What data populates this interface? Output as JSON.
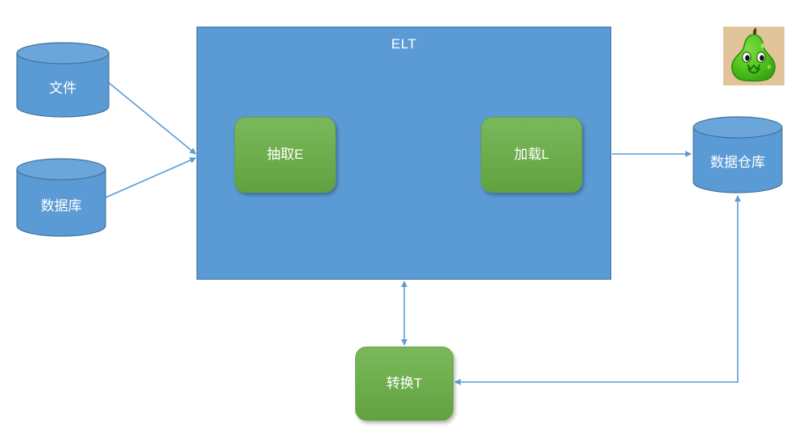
{
  "diagram": {
    "type": "flow-diagram",
    "title": "ELT",
    "background_color": "#FFFFFF",
    "palette": {
      "container_blue": "#5B9BD5",
      "container_border": "#41719C",
      "cylinder_fill": "#5B9BD5",
      "cylinder_top_fill": "#6BA6DB",
      "cylinder_stroke": "#41719C",
      "process_green_top": "#7CB75C",
      "process_green_bottom": "#62A140",
      "process_green_border": "#63A544",
      "connector_blue": "#5B9BD5",
      "label_white": "#FFFFFF",
      "avatar_background": "#E2C49B",
      "pear_body": "#4CC21E",
      "pear_stem": "#5B4426"
    },
    "containers": [
      {
        "id": "elt-container",
        "label": "ELT",
        "shape": "rectangle",
        "fill": "#5B9BD5"
      }
    ],
    "sources": [
      {
        "id": "file",
        "label": "文件",
        "shape": "cylinder"
      },
      {
        "id": "database",
        "label": "数据库",
        "shape": "cylinder"
      }
    ],
    "processes": [
      {
        "id": "extract",
        "label": "抽取E",
        "shape": "rounded-rectangle"
      },
      {
        "id": "load",
        "label": "加载L",
        "shape": "rounded-rectangle"
      },
      {
        "id": "transform",
        "label": "转换T",
        "shape": "rounded-rectangle"
      }
    ],
    "targets": [
      {
        "id": "warehouse",
        "label": "数据仓库",
        "shape": "cylinder"
      }
    ],
    "connectors": [
      {
        "id": "file-to-elt",
        "from": "file",
        "to": "elt-container",
        "arrowheads": "end"
      },
      {
        "id": "database-to-elt",
        "from": "database",
        "to": "elt-container",
        "arrowheads": "end"
      },
      {
        "id": "elt-to-warehouse",
        "from": "elt-container",
        "to": "warehouse",
        "arrowheads": "end"
      },
      {
        "id": "elt-transform-bidirectional",
        "from": "elt-container",
        "to": "transform",
        "arrowheads": "both"
      },
      {
        "id": "warehouse-to-transform",
        "from": "warehouse",
        "to": "transform",
        "arrowheads": "end"
      }
    ],
    "avatar": {
      "id": "pear-avatar",
      "icon": "pear-mascot-icon",
      "description": "smiling green pear mascot"
    }
  }
}
